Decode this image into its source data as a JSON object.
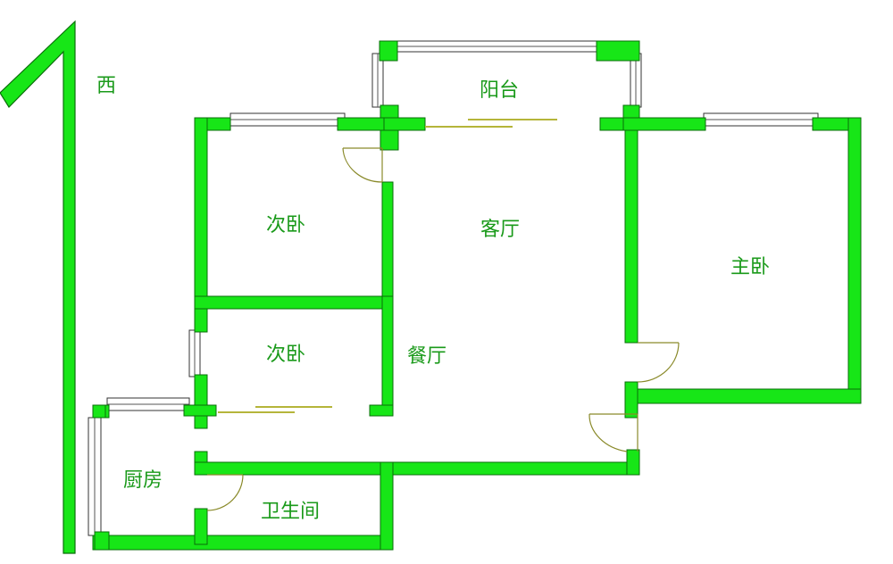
{
  "compass": {
    "direction_label": "西"
  },
  "rooms": {
    "balcony": "阳台",
    "living_room": "客厅",
    "bedroom_secondary_1": "次卧",
    "bedroom_secondary_2": "次卧",
    "master_bedroom": "主卧",
    "dining_room": "餐厅",
    "kitchen": "厨房",
    "bathroom": "卫生间"
  },
  "colors": {
    "wall": "#17e617",
    "label": "#1a9a1a",
    "door": "#8a8a2a",
    "background": "#ffffff"
  }
}
